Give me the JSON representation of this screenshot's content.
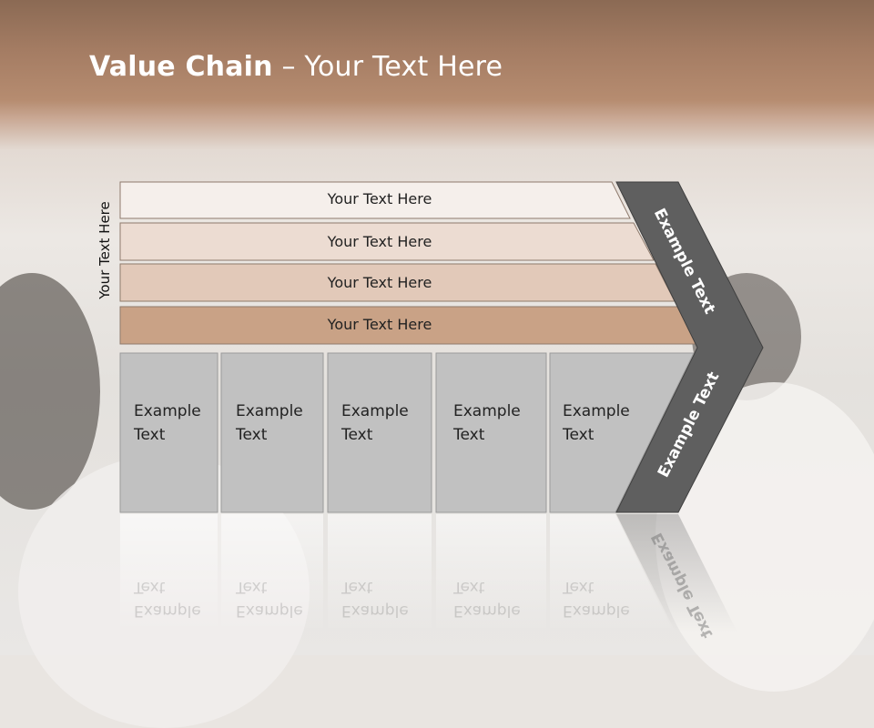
{
  "title": {
    "bold": "Value Chain",
    "separator": " – ",
    "rest": "Your Text Here"
  },
  "side_label": "Your Text Here",
  "rows": [
    {
      "label": "Your Text Here",
      "color": "#f5efeb"
    },
    {
      "label": "Your Text Here",
      "color": "#ecdcd2"
    },
    {
      "label": "Your Text Here",
      "color": "#e2c9b9"
    },
    {
      "label": "Your Text Here",
      "color": "#c9a286"
    }
  ],
  "boxes": [
    {
      "line1": "Example",
      "line2": "Text"
    },
    {
      "line1": "Example",
      "line2": "Text"
    },
    {
      "line1": "Example",
      "line2": "Text"
    },
    {
      "line1": "Example",
      "line2": "Text"
    },
    {
      "line1": "Example",
      "line2": "Text"
    }
  ],
  "chevron": {
    "upper_label": "Example Text",
    "lower_label": "Example Text",
    "color": "#5f5f5f"
  },
  "box_color": "#c1c1c1"
}
